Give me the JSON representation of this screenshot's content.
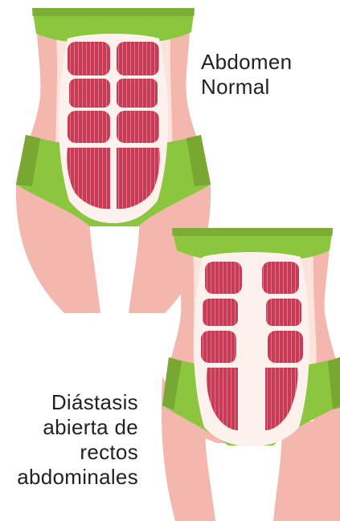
{
  "labels": {
    "normal": "Abdomen Normal",
    "diastasis": "Diástasis abierta de rectos abdominales"
  },
  "colors": {
    "skin": "#f4b7ad",
    "skin_light": "#fde3dc",
    "garment": "#8cc63f",
    "garment_dark": "#6f9a2e",
    "muscle": "#c63b55",
    "muscle_line": "#e07387",
    "text": "#222222"
  },
  "figures": [
    {
      "name": "normal-abdomen",
      "muscle_gap": "closed"
    },
    {
      "name": "diastasis-abdomen",
      "muscle_gap": "open"
    }
  ]
}
